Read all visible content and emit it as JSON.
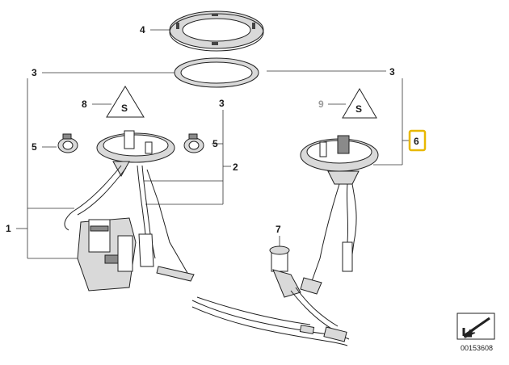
{
  "callouts": {
    "c1": "1",
    "c2": "2",
    "c3a": "3",
    "c3b": "3",
    "c3c": "3",
    "c4": "4",
    "c5a": "5",
    "c5b": "5",
    "c6": "6",
    "c7": "7",
    "c8": "8",
    "c9": "9"
  },
  "highlight_color": "#e8b800",
  "warning_icon_glyph": "S",
  "diagram_code": "00153608"
}
